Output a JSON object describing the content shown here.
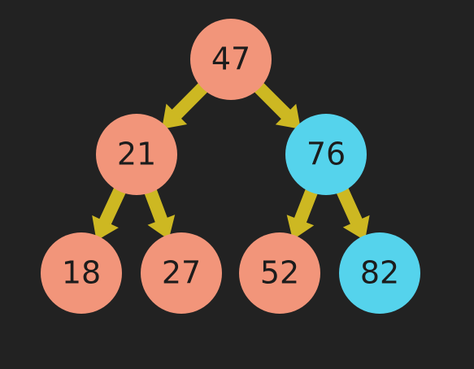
{
  "colors": {
    "background": "#222222",
    "edge": "#cdb822",
    "node_default": "#f2957a",
    "node_highlight": "#55d3ec",
    "label": "#1c1c1c"
  },
  "tree": {
    "nodes": [
      {
        "id": "n47",
        "label": "47",
        "highlight": false
      },
      {
        "id": "n21",
        "label": "21",
        "highlight": false
      },
      {
        "id": "n76",
        "label": "76",
        "highlight": true
      },
      {
        "id": "n18",
        "label": "18",
        "highlight": false
      },
      {
        "id": "n27",
        "label": "27",
        "highlight": false
      },
      {
        "id": "n52",
        "label": "52",
        "highlight": false
      },
      {
        "id": "n82",
        "label": "82",
        "highlight": true
      }
    ],
    "edges": [
      {
        "from": "n47",
        "to": "n21"
      },
      {
        "from": "n47",
        "to": "n76"
      },
      {
        "from": "n21",
        "to": "n18"
      },
      {
        "from": "n21",
        "to": "n27"
      },
      {
        "from": "n76",
        "to": "n52"
      },
      {
        "from": "n76",
        "to": "n82"
      }
    ]
  }
}
